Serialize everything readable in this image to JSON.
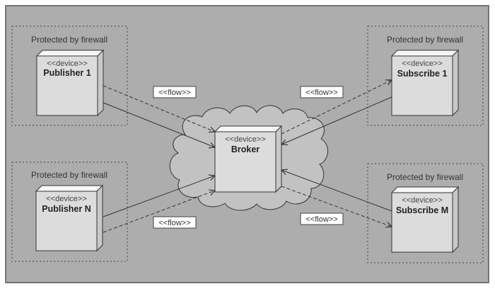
{
  "diagram": {
    "title": "Publish/Subscribe deployment diagram",
    "colors": {
      "page": "#ffffff",
      "panel": "#adadad",
      "panel_border": "#555555",
      "cloud": "#c2c2c2",
      "node_front": "#dcdcdc",
      "node_top": "#f7f7f7",
      "node_side": "#c8c8c8",
      "line": "#333333",
      "label_bg": "#ffffff"
    },
    "zones": [
      {
        "id": "zone-publisher-1",
        "label": "Protected by firewall"
      },
      {
        "id": "zone-publisher-n",
        "label": "Protected by firewall"
      },
      {
        "id": "zone-subscribe-1",
        "label": "Protected by firewall"
      },
      {
        "id": "zone-subscribe-m",
        "label": "Protected by firewall"
      }
    ],
    "nodes": [
      {
        "id": "publisher-1",
        "stereotype": "<<device>>",
        "name": "Publisher 1"
      },
      {
        "id": "publisher-n",
        "stereotype": "<<device>>",
        "name": "Publisher N"
      },
      {
        "id": "broker",
        "stereotype": "<<device>>",
        "name": "Broker"
      },
      {
        "id": "subscribe-1",
        "stereotype": "<<device>>",
        "name": "Subscribe 1"
      },
      {
        "id": "subscribe-m",
        "stereotype": "<<device>>",
        "name": "Subscribe M"
      }
    ],
    "flow_labels": [
      "<<flow>>",
      "<<flow>>",
      "<<flow>>",
      "<<flow>>"
    ],
    "connections": [
      {
        "from": "publisher-1",
        "to": "broker",
        "style": "dashed",
        "arrow": "to",
        "label_index": 0
      },
      {
        "from": "publisher-1",
        "to": "broker",
        "style": "solid",
        "arrow": "to"
      },
      {
        "from": "publisher-n",
        "to": "broker",
        "style": "solid",
        "arrow": "to"
      },
      {
        "from": "publisher-n",
        "to": "broker",
        "style": "dashed",
        "arrow": "to",
        "label_index": 1
      },
      {
        "from": "broker",
        "to": "subscribe-1",
        "style": "dashed",
        "arrow": "to",
        "label_index": 2
      },
      {
        "from": "subscribe-1",
        "to": "broker",
        "style": "solid",
        "arrow": "to"
      },
      {
        "from": "subscribe-m",
        "to": "broker",
        "style": "solid",
        "arrow": "to"
      },
      {
        "from": "broker",
        "to": "subscribe-m",
        "style": "dashed",
        "arrow": "to",
        "label_index": 3
      }
    ]
  }
}
